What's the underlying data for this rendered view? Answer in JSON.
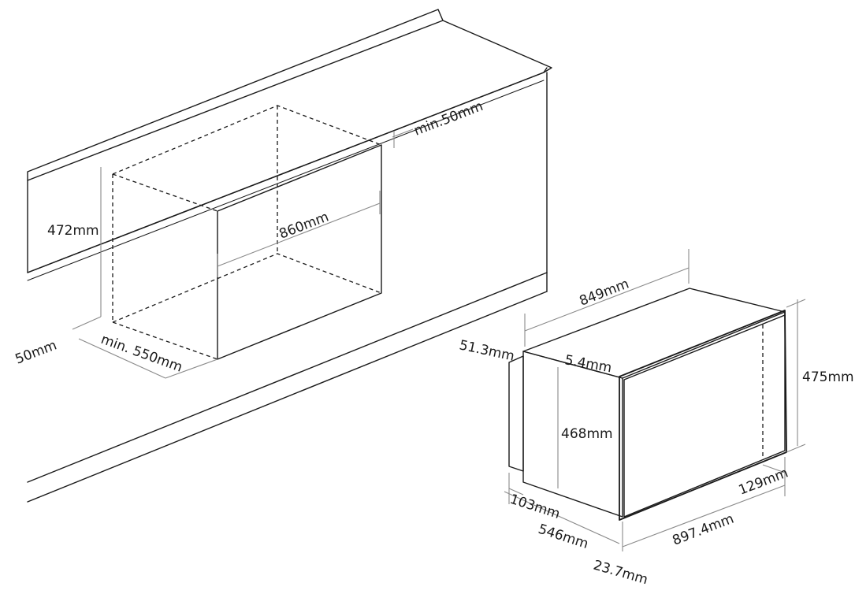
{
  "cabinet": {
    "height_label": "472mm",
    "width_label": "860mm",
    "top_clearance_label": "min.50mm",
    "depth_label": "min. 550mm",
    "front_offset_label": "50mm"
  },
  "appliance": {
    "body_width_label": "849mm",
    "frame_offset_label": "51.3mm",
    "frame_gap_label": "5.4mm",
    "body_height_label": "468mm",
    "total_height_label": "475mm",
    "rear_depth_label": "103mm",
    "body_depth_label": "546mm",
    "front_width_label": "897.4mm",
    "side_frame_label": "129mm",
    "front_thickness_label": "23.7mm"
  }
}
